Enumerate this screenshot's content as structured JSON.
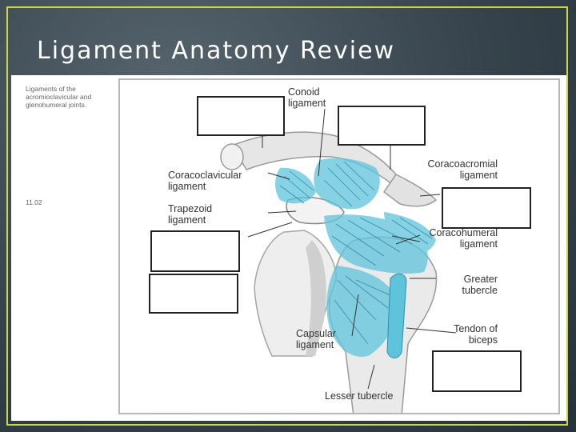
{
  "slide": {
    "title": "Ligament Anatomy Review",
    "caption": "Ligaments of the acromioclavicular and glenohumeral joints.",
    "figure_number": "11.02"
  },
  "labels": {
    "conoid": [
      "Conoid",
      "ligament"
    ],
    "coracoclavicular": [
      "Coracoclavicular",
      "ligament"
    ],
    "trapezoid": [
      "Trapezoid",
      "ligament"
    ],
    "coracoacromial": [
      "Coracoacromial",
      "ligament"
    ],
    "coracohumeral": [
      "Coracohumeral",
      "ligament"
    ],
    "greater_tubercle": [
      "Greater",
      "tubercle"
    ],
    "capsular": [
      "Capsular",
      "ligament"
    ],
    "tendon_biceps": [
      "Tendon of",
      "biceps"
    ],
    "lesser_tubercle": "Lesser tubercle"
  },
  "colors": {
    "ligament": "#5ec4dc",
    "bone": "#e8e8e8",
    "frame_accent": "#c9d64a"
  }
}
